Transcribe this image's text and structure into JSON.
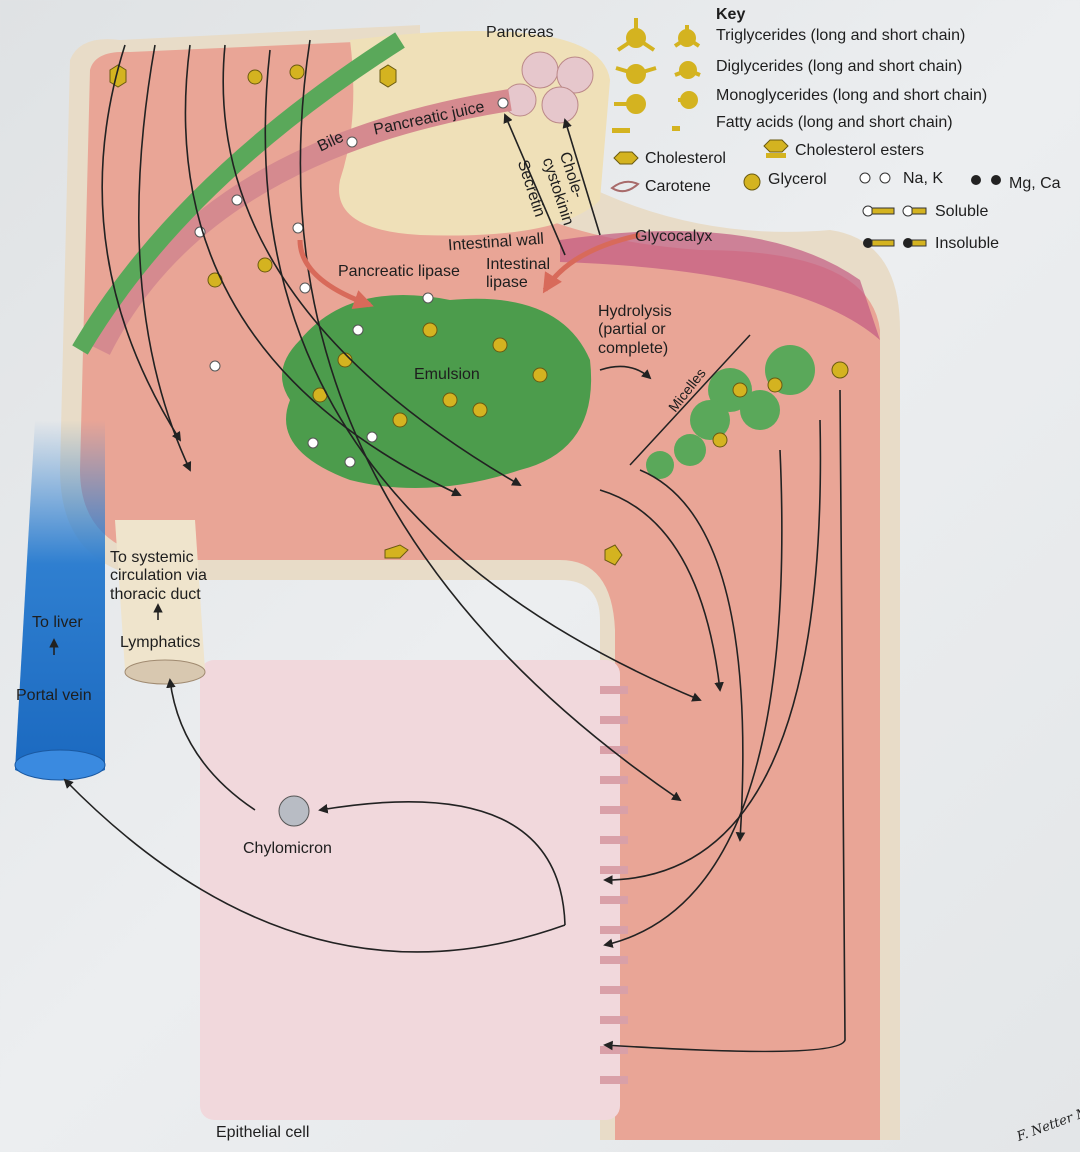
{
  "labels": {
    "pancreas": "Pancreas",
    "pancreatic_juice": "Pancreatic juice",
    "bile": "Bile",
    "secretin": "Secretin",
    "cholecystokinin": "Chole-\ncystokinin",
    "intestinal_wall": "Intestinal wall",
    "glycocalyx": "Glycocalyx",
    "pancreatic_lipase": "Pancreatic lipase",
    "intestinal_lipase": "Intestinal\nlipase",
    "hydrolysis": "Hydrolysis\n(partial or\ncomplete)",
    "emulsion": "Emulsion",
    "micelles": "Micelles",
    "to_systemic": "To systemic\ncirculation via\nthoracic duct",
    "lymphatics": "Lymphatics",
    "to_liver": "To liver",
    "portal_vein": "Portal vein",
    "chylomicron": "Chylomicron",
    "epithelial_cell": "Epithelial cell"
  },
  "key": {
    "title": "Key",
    "items": [
      {
        "icon": "triglyceride-icon",
        "label": "Triglycerides (long and short chain)"
      },
      {
        "icon": "diglyceride-icon",
        "label": "Diglycerides (long and short chain)"
      },
      {
        "icon": "monoglyceride-icon",
        "label": "Monoglycerides (long and short chain)"
      },
      {
        "icon": "fatty-acid-icon",
        "label": "Fatty acids (long and short chain)"
      },
      {
        "icon": "cholesterol-icon",
        "label": "Cholesterol"
      },
      {
        "icon": "cholesterol-ester-icon",
        "label": "Cholesterol esters"
      },
      {
        "icon": "carotene-icon",
        "label": "Carotene"
      },
      {
        "icon": "glycerol-icon",
        "label": "Glycerol"
      },
      {
        "icon": "na-k-icon",
        "label": "Na, K"
      },
      {
        "icon": "mg-ca-icon",
        "label": "Mg, Ca"
      },
      {
        "icon": "soluble-icon",
        "label": "Soluble"
      },
      {
        "icon": "insoluble-icon",
        "label": "Insoluble"
      }
    ]
  },
  "signature": "F. Netter M.D.",
  "colors": {
    "intestine": "#e9a596",
    "wall": "#e8dcc8",
    "bile": "#5aa85a",
    "lipid": "#d4b320",
    "vein": "#2f7fd0",
    "cell": "#f1d8dc"
  }
}
